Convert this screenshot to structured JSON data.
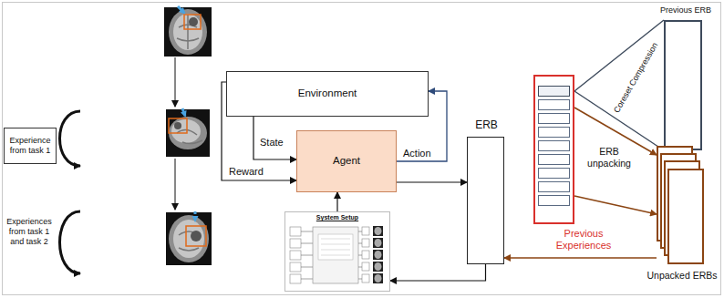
{
  "diagram": {
    "nodes": [
      {
        "text": [
          "Experience from task 1"
        ]
      },
      {
        "text": [
          "Environment"
        ]
      },
      {
        "text": [
          "Agent"
        ]
      },
      {
        "text": [
          "System Setup"
        ]
      },
      {
        "text": [
          "ERB"
        ]
      },
      {
        "text": [
          "Previous Experiences"
        ]
      },
      {
        "text": [
          "Previous ERB"
        ]
      },
      {
        "text": [
          "Unpacked ERBs"
        ]
      }
    ],
    "edges": [
      {
        "from": 2,
        "to": 1,
        "label": "Action",
        "arrow": "to"
      },
      {
        "from": 1,
        "to": 2,
        "label": "State",
        "arrow": "to"
      },
      {
        "from": 1,
        "to": 2,
        "label": "Reward",
        "arrow": "to"
      },
      {
        "from": 2,
        "to": 4,
        "arrow": "to"
      },
      {
        "from": 4,
        "to": 3,
        "arrow": "to"
      },
      {
        "from": 3,
        "to": 2,
        "arrow": "to"
      },
      {
        "from": 7,
        "to": 4,
        "arrow": "to"
      },
      {
        "from": 5,
        "to": 6,
        "label": "Coreset Compression",
        "arrow": "none"
      },
      {
        "from": 5,
        "to": 7,
        "label": "ERB unpacking",
        "arrow": "to"
      }
    ],
    "labels": [
      "Experiences from task 1 and task 2"
    ]
  }
}
